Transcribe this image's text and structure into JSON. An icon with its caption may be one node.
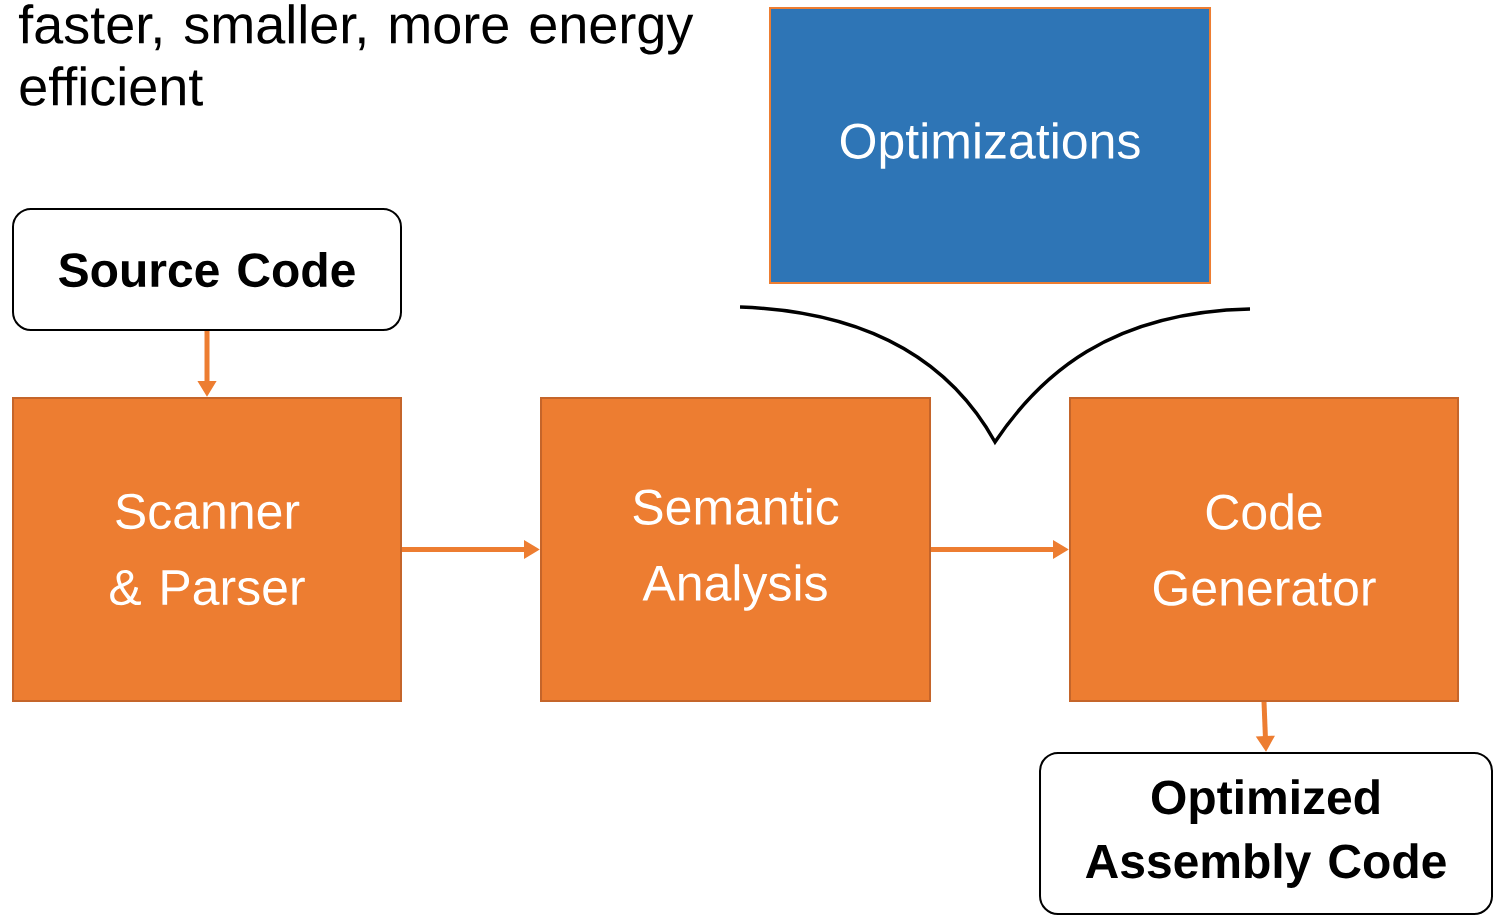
{
  "diagram": {
    "nodes": [
      {
        "text": [
          "Source Code"
        ]
      },
      {
        "text": [
          "Scanner & Parser"
        ]
      },
      {
        "text": [
          "Semantic Analysis"
        ]
      },
      {
        "text": [
          "Code Generator"
        ]
      },
      {
        "text": [
          "Optimized Assembly Code"
        ]
      },
      {
        "text": [
          "Optimizations"
        ]
      }
    ],
    "edges": [
      {
        "from": 0,
        "to": 1,
        "arrow": "to"
      },
      {
        "from": 1,
        "to": 2,
        "arrow": "to"
      },
      {
        "from": 2,
        "to": 3,
        "arrow": "to"
      },
      {
        "from": 3,
        "to": 4,
        "arrow": "to"
      }
    ],
    "labels": [
      "faster, smaller, more energy efficient"
    ]
  }
}
